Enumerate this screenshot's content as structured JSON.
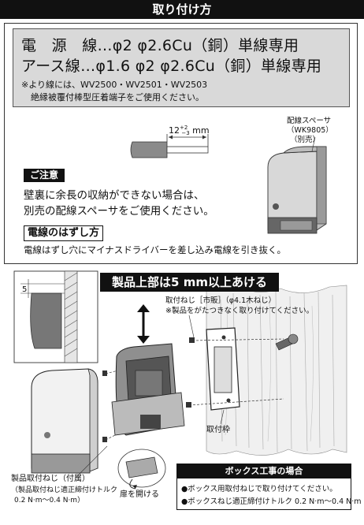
{
  "header": {
    "title": "取り付け方"
  },
  "specs": {
    "line1": "電　源　線…φ2  φ2.6Cu（銅）単線専用",
    "line2": "アース線…φ1.6  φ2  φ2.6Cu（銅）単線専用",
    "note1": "※より線には、WV2500・WV2501・WV2503",
    "note2": "絶縁被覆付棒型圧着端子をご使用ください。"
  },
  "strip": {
    "value": "12",
    "tolerance_plus": "+2",
    "tolerance_minus": "−3",
    "unit": "mm"
  },
  "spacer": {
    "label": "配線スペーサ",
    "model": "（WK9805）",
    "sold_separately": "（別売）"
  },
  "caution": {
    "tag": "ご注意",
    "line1": "壁裏に余長の収納ができない場合は、",
    "line2": "別売の配線スペーサをご使用ください。"
  },
  "removal": {
    "tag": "電線のはずし方",
    "text": "電線はずし穴にマイナスドライバーを差し込み電線を引き抜く。"
  },
  "install": {
    "clearance_banner": "製品上部は5 mm以上あける",
    "clearance_value": "5",
    "screw_label": "取付ねじ［市販］（φ4.1木ねじ）",
    "screw_note": "※製品をがたつきなく取り付けてください。",
    "frame_label": "取付枠",
    "product_screw_title": "製品取付ねじ（付属）",
    "product_screw_note1": "（製品取付ねじ適正締付けトルク",
    "product_screw_note2": "0.2 N·m〜0.4 N·m）",
    "open_door": "扉を開ける"
  },
  "box_work": {
    "title": "ボックス工事の場合",
    "line1": "●ボックス用取付ねじで取り付けてください。",
    "line2": "●ボックスねじ適正締付けトルク 0.2 N·m〜0.4 N·m"
  }
}
